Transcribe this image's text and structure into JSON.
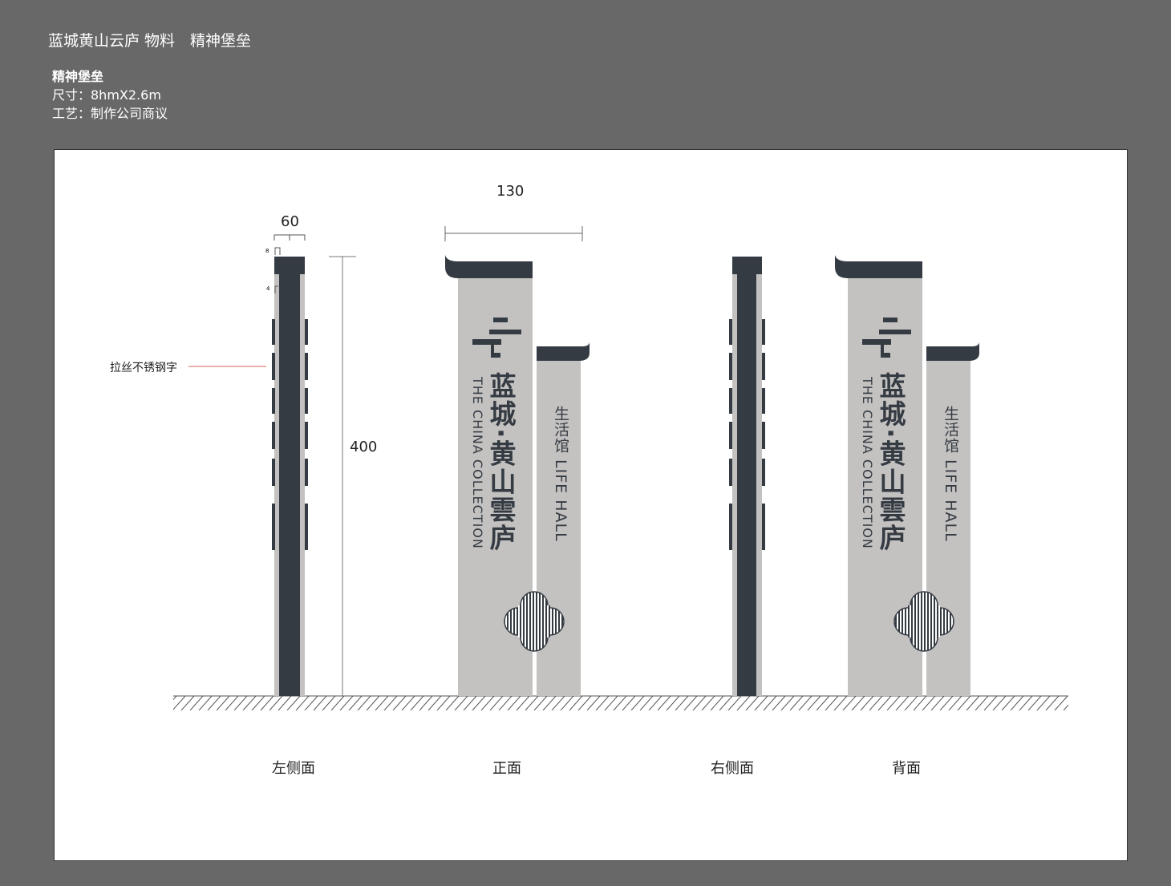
{
  "header": {
    "title": "蓝城黄山云庐 物料　精神堡垒"
  },
  "info": {
    "name": "精神堡垒",
    "size": "尺寸：8hmX2.6m",
    "craft": "工艺：制作公司商议"
  },
  "drawing": {
    "dim_width_side": "60",
    "dim_width_front": "130",
    "dim_height": "400",
    "dim_small_top": "8",
    "dim_small_mid": "4",
    "material_label": "拉丝不锈钢字",
    "sign": {
      "brand": "蓝城·黄山雲庐",
      "brand_en": "THE CHINA COLLECTION",
      "hall": "生活馆 LIFE HALL"
    },
    "views": [
      "左侧面",
      "正面",
      "右侧面",
      "背面"
    ]
  },
  "colors": {
    "background": "#686868",
    "dark": "#353b43",
    "panel_gray": "#c4c2c0",
    "leader_red": "#e06060"
  }
}
